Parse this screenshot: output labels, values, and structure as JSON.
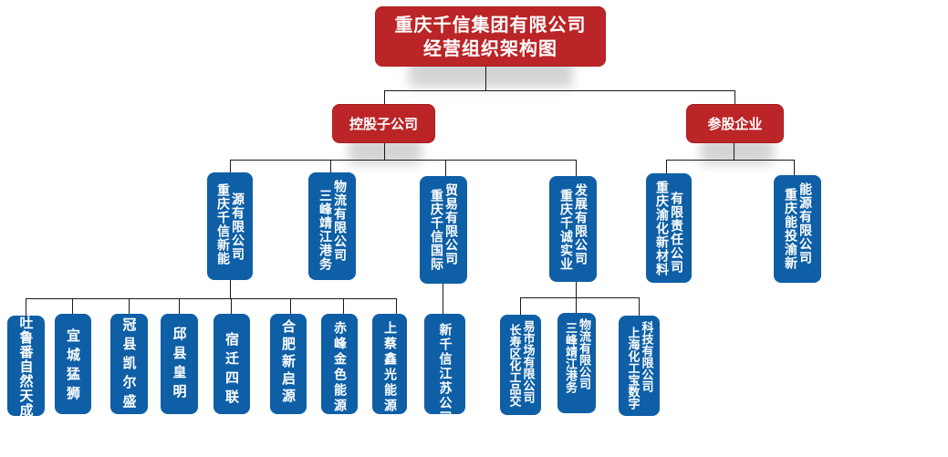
{
  "title": {
    "line1": "重庆千信集团有限公司",
    "line2": "经营组织架构图"
  },
  "categories": {
    "holding": "控股子公司",
    "participating": "参股企业"
  },
  "holding_subsidiaries": [
    {
      "name": "重庆千信新能源有限公司",
      "col1": "重庆千信新能",
      "col2": "源有限公司"
    },
    {
      "name": "三峰靖江港务物流有限公司",
      "col1": "三峰靖江港务",
      "col2": "物流有限公司"
    },
    {
      "name": "重庆千信国际贸易有限公司",
      "col1": "重庆千信国际",
      "col2": "贸易有限公司"
    },
    {
      "name": "重庆千诚实业发展有限公司",
      "col1": "重庆千诚实业",
      "col2": "发展有限公司"
    }
  ],
  "participating_companies": [
    {
      "name": "重庆渝化新材料有限责任公司",
      "col1": "重庆渝化新材料",
      "col2": "有限责任公司"
    },
    {
      "name": "重庆能投渝新能源有限公司",
      "col1": "重庆能投渝新",
      "col2": "能源有限公司"
    }
  ],
  "new_energy_children": [
    {
      "name": "吐鲁番自然天成"
    },
    {
      "name": "宜城猛狮"
    },
    {
      "name": "冠县凯尔盛"
    },
    {
      "name": "邱县皇明"
    },
    {
      "name": "宿迁四联"
    },
    {
      "name": "合肥新启源"
    },
    {
      "name": "赤峰金色能源"
    },
    {
      "name": "上蔡鑫光能源"
    }
  ],
  "international_children": [
    {
      "name": "新千信江苏公司"
    }
  ],
  "shicheng_children": [
    {
      "name": "长寿区化工品交易市场有限公司",
      "col1": "长寿区化工品交",
      "col2": "易市场有限公司"
    },
    {
      "name": "三峰靖江港务物流有限公司",
      "col1": "三峰靖江港务",
      "col2": "物流有限公司"
    },
    {
      "name": "上海化工宝数字科技有限公司",
      "col1": "上海化工宝数字",
      "col2": "科技有限公司"
    }
  ],
  "colors": {
    "red": "#bb2527",
    "blue": "#0e5fa6",
    "line": "#1a1a1a"
  }
}
